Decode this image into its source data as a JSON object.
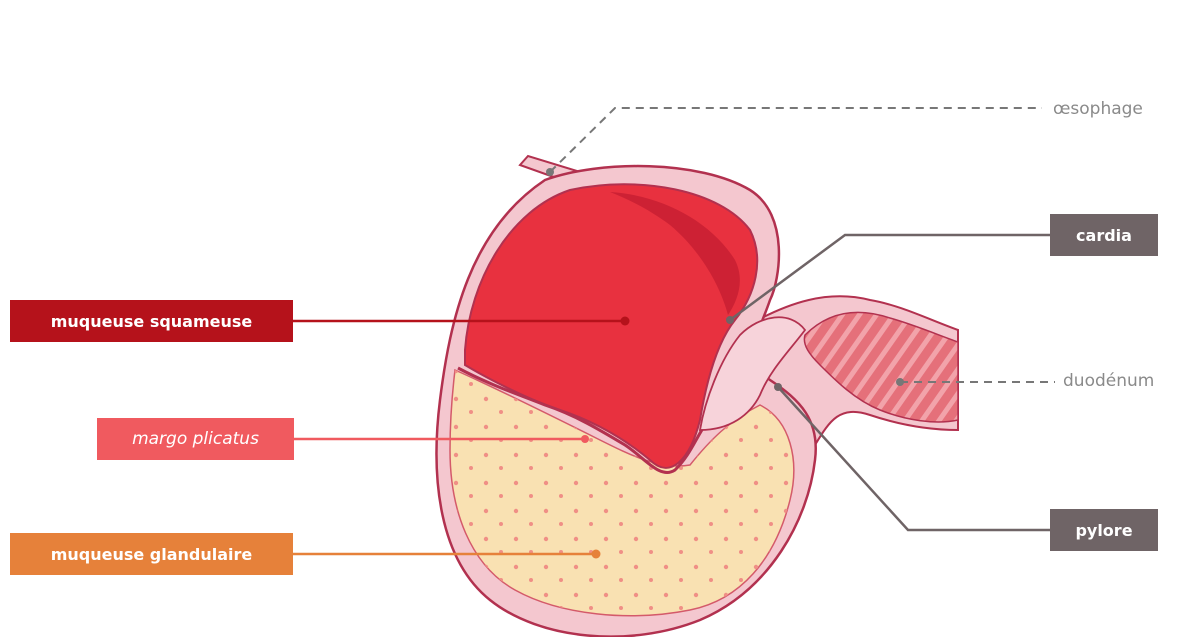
{
  "labels": {
    "oesophage": "œsophage",
    "cardia": "cardia",
    "muqueuse_squameuse": "muqueuse squameuse",
    "duodenum": "duodénum",
    "margo_plicatus": "margo plicatus",
    "pylore": "pylore",
    "muqueuse_glandulaire": "muqueuse glandulaire"
  },
  "colors": {
    "squameuse": "#b5121b",
    "margo": "#f05a5f",
    "glandulaire": "#e6813a",
    "gray_box": "#6f6466",
    "gray_text": "#8a8a8a",
    "stomach_wall": "#f4c7cf",
    "wall_outline": "#b2314f",
    "squamous_fill": "#e8313f",
    "glandular_fill": "#f9e1b2",
    "dots": "#f08f86",
    "duodenum_fill": "#e87a82"
  }
}
